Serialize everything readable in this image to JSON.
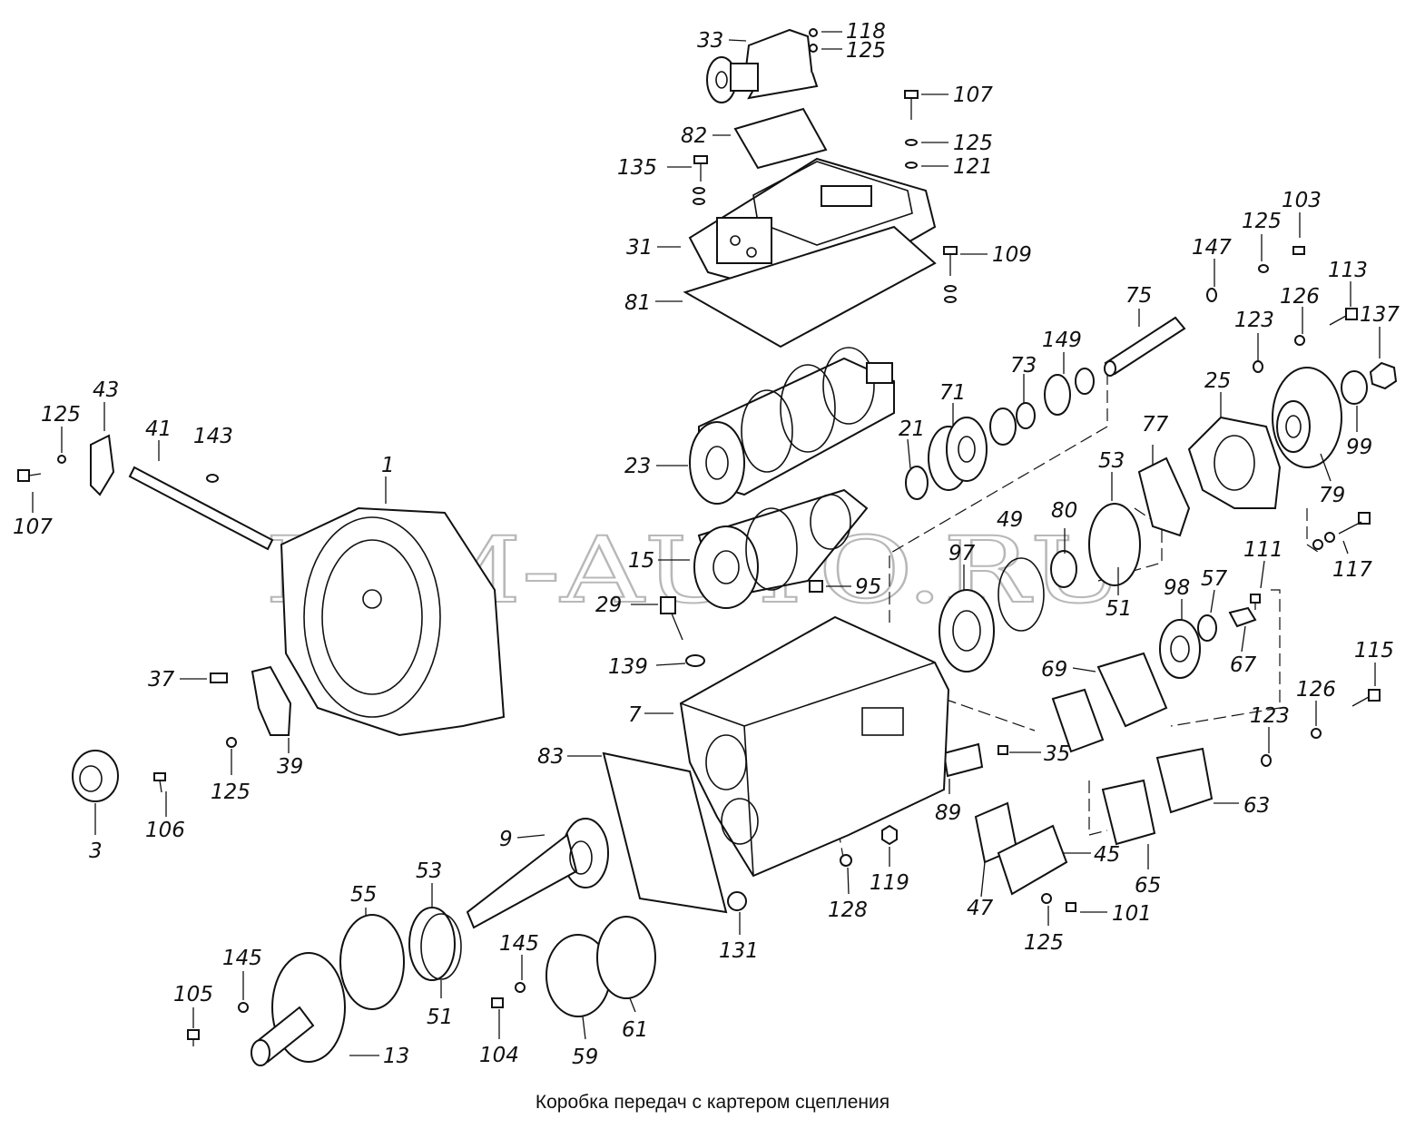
{
  "watermark": "DIM-AUTO.RU",
  "caption": "Коробка передач с картером сцепления",
  "callouts": [
    "33",
    "118",
    "125",
    "107",
    "82",
    "125",
    "135",
    "121",
    "31",
    "109",
    "81",
    "75",
    "149",
    "103",
    "125",
    "147",
    "113",
    "126",
    "137",
    "123",
    "43",
    "125",
    "41",
    "143",
    "73",
    "71",
    "21",
    "25",
    "99",
    "77",
    "53",
    "23",
    "79",
    "107",
    "1",
    "49",
    "80",
    "117",
    "97",
    "111",
    "15",
    "57",
    "98",
    "95",
    "51",
    "29",
    "67",
    "139",
    "69",
    "115",
    "7",
    "126",
    "123",
    "37",
    "35",
    "83",
    "39",
    "63",
    "125",
    "89",
    "3",
    "106",
    "9",
    "45",
    "65",
    "119",
    "128",
    "47",
    "53",
    "55",
    "101",
    "125",
    "131",
    "145",
    "145",
    "105",
    "51",
    "61",
    "104",
    "13",
    "59"
  ]
}
